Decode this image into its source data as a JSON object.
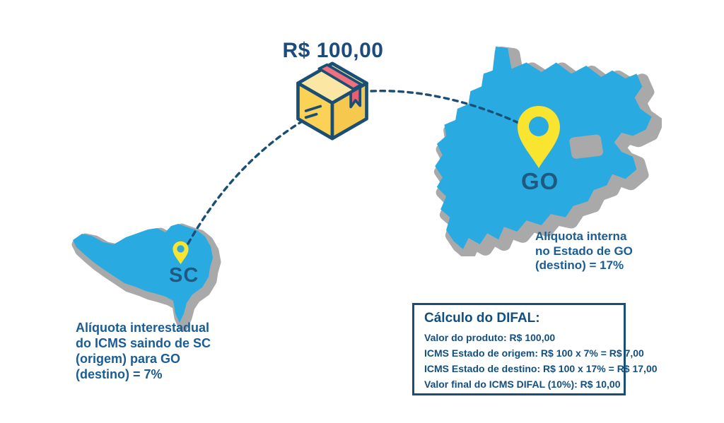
{
  "diagram": {
    "product_price": "R$ 100,00",
    "origin": {
      "state_label": "SC",
      "caption": {
        "0": "Alíquota interestadual",
        "1": "do ICMS saindo de SC",
        "2": "(origem) para GO",
        "3": "(destino) = 7%"
      }
    },
    "destination": {
      "state_label": "GO",
      "caption": {
        "0": "Alíquota interna",
        "1": "no Estado de GO",
        "2": "(destino) = 17%"
      }
    },
    "difal": {
      "title": "Cálculo do DIFAL:",
      "lines": {
        "0": "Valor do produto: R$ 100,00",
        "1": "ICMS Estado de origem: R$ 100 x 7% = R$ 7,00",
        "2": "ICMS Estado de destino: R$ 100 x 17% = R$ 17,00",
        "3": "Valor final do ICMS DIFAL (10%): R$ 10,00"
      }
    },
    "icons": {
      "package": "package-box-icon",
      "pin": "map-pin-icon"
    },
    "colors": {
      "map_blue": "#29ABE2",
      "shadow_gray": "#A9A9A9",
      "pin_yellow": "#F9E530",
      "outline_navy": "#1B4E74",
      "caption_blue": "#1A5C94",
      "box_yellow": "#FBD255",
      "box_top_cream": "#FBE7A3",
      "tape_pink": "#F0707F"
    }
  }
}
